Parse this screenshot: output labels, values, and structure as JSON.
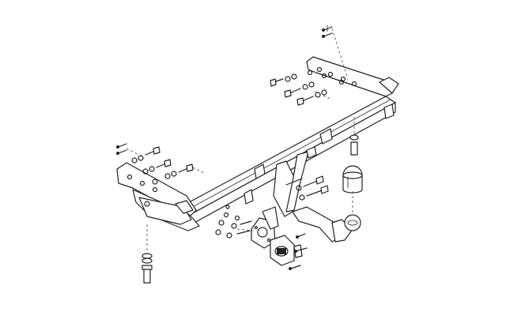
{
  "diagram": {
    "parts": [
      "crossbar-tube",
      "left-mounting-bracket",
      "right-mounting-bracket",
      "tow-ball-neck",
      "tow-ball-cap",
      "socket-plate",
      "electrical-socket",
      "bolt-set"
    ],
    "line_color": "#222222",
    "background": "#ffffff"
  }
}
